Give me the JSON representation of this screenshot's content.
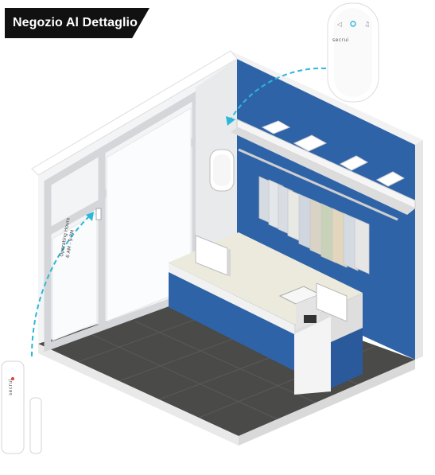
{
  "title": "Negozio Al Dettaglio",
  "hub": {
    "brand": "secrui",
    "icon_left": "volume-icon",
    "icon_center": "power-icon",
    "icon_right": "music-note-icon"
  },
  "door_sensor": {
    "brand": "secrui"
  },
  "sign": {
    "line1": "Operating Hours",
    "line2": "6 AM - 9 PM"
  },
  "colors": {
    "accent_blue": "#2f63a8",
    "signal_cyan": "#2bb8d8",
    "floor": "#4a4a48",
    "badge": "#111111"
  }
}
